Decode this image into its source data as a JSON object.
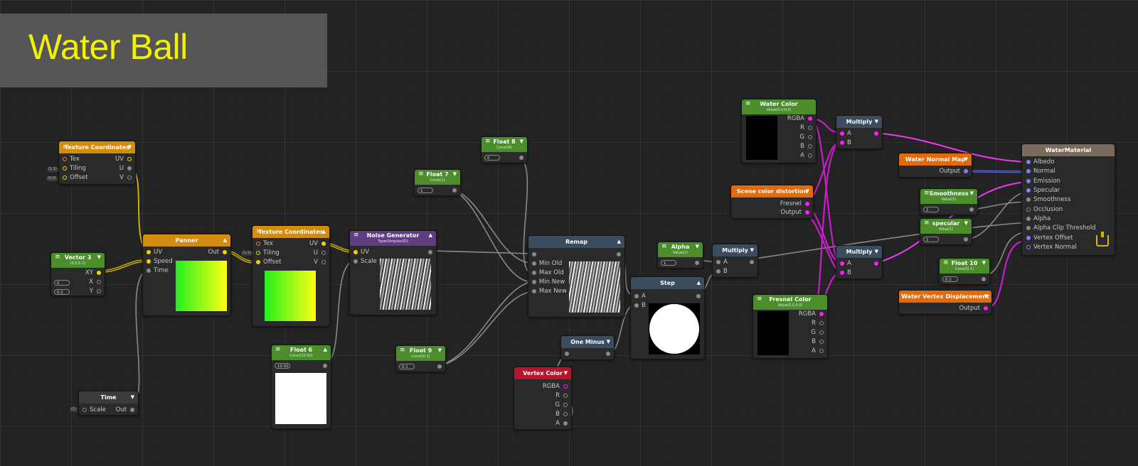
{
  "graph_title": "Water Ball",
  "nodes": {
    "tex_coords_1": {
      "title": "Texture Coordinates",
      "in_tex": "Tex",
      "in_tiling": "Tiling",
      "in_offset": "Offset",
      "out_uv": "UV",
      "out_u": "U",
      "out_v": "V",
      "ext_tiling": "(1,1)",
      "ext_offset": "(0,0)"
    },
    "vector3": {
      "title": "Vector 3",
      "subtitle": "(0.0,0.2)",
      "out_xy": "XY",
      "out_x": "X",
      "out_y": "Y",
      "field_x": "0",
      "field_y": "0.2"
    },
    "time": {
      "title": "Time",
      "in_scale": "Scale",
      "out": "Out",
      "ext_scale": "(1)"
    },
    "panner": {
      "title": "Panner",
      "in_uv": "UV",
      "in_speed": "Speed",
      "in_time": "Time",
      "out": "Out"
    },
    "tex_coords_2": {
      "title": "Texture Coordinates",
      "in_tex": "Tex",
      "in_tiling": "Tiling",
      "in_offset": "Offset",
      "out_uv": "UV",
      "out_u": "U",
      "out_v": "V",
      "ext_tiling": "(1,1)"
    },
    "float6": {
      "title": "Float 6",
      "subtitle": "Const(10.92)",
      "field": "10.92"
    },
    "noise": {
      "title": "Noise Generator",
      "subtitle": "Type(Simplex2D)",
      "in_uv": "UV",
      "in_scale": "Scale"
    },
    "float7": {
      "title": "Float 7",
      "subtitle": "Const(1)",
      "field": "1"
    },
    "float8": {
      "title": "Float 8",
      "subtitle": "Const(0)",
      "field": "0"
    },
    "float9": {
      "title": "Float 9",
      "subtitle": "Const(0.1)",
      "field": "0.1"
    },
    "remap": {
      "title": "Remap",
      "in_min_old": "Min Old",
      "in_max_old": "Max Old",
      "in_min_new": "Min New",
      "in_max_new": "Max New"
    },
    "one_minus": {
      "title": "One Minus"
    },
    "vertex_color": {
      "title": "Vertex Color",
      "out_rgba": "RGBA",
      "out_r": "R",
      "out_g": "G",
      "out_b": "B",
      "out_a": "A"
    },
    "alpha": {
      "title": "Alpha",
      "subtitle": "Value(1)",
      "field": "1"
    },
    "step": {
      "title": "Step",
      "in_a": "A",
      "in_b": "B"
    },
    "multiply_1": {
      "title": "Multiply",
      "in_a": "A",
      "in_b": "B"
    },
    "water_color": {
      "title": "Water Color",
      "subtitle": "Value(0,0,0,0)",
      "out_rgba": "RGBA",
      "out_r": "R",
      "out_g": "G",
      "out_b": "B",
      "out_a": "A"
    },
    "scene_color": {
      "title": "Scene color distortion",
      "out_fresnel": "Fresnel",
      "out_output": "Output"
    },
    "fresnel_color": {
      "title": "Fresnel Color",
      "subtitle": "Value(0,0,0,0)",
      "out_rgba": "RGBA",
      "out_r": "R",
      "out_g": "G",
      "out_b": "B",
      "out_a": "A"
    },
    "multiply_2": {
      "title": "Multiply",
      "in_a": "A",
      "in_b": "B"
    },
    "multiply_3": {
      "title": "Multiply",
      "in_a": "A",
      "in_b": "B"
    },
    "water_normal_map": {
      "title": "Water Normal Map",
      "out": "Output"
    },
    "smoothness": {
      "title": "Smoothness",
      "subtitle": "Value(1)",
      "field": "1"
    },
    "specular": {
      "title": "specular",
      "subtitle": "Value(1)",
      "field": "1"
    },
    "float10": {
      "title": "Float 10",
      "subtitle": "Const(0.1)",
      "field": "0.1"
    },
    "water_vertex_disp": {
      "title": "Water Vertex Displacement",
      "out": "Output"
    },
    "water_material": {
      "title": "WaterMaterial",
      "inputs": [
        "Albedo",
        "Normal",
        "Emission",
        "Specular",
        "Smoothness",
        "Occlusion",
        "Alpha",
        "Alpha Clip Threshold",
        "Vertex Offset",
        "Vertex Normal"
      ]
    }
  },
  "colors": {
    "accent_title": "#f2f200",
    "port_vec2": "#f2d200",
    "port_float": "#8a8a8a",
    "port_color": "#ff1aff",
    "port_vec3": "#8080ff",
    "port_tex": "#ff7a3a"
  },
  "icons": {
    "node_menu": "hamburger-icon",
    "collapse": "triangle-icon",
    "save": "save-icon"
  }
}
